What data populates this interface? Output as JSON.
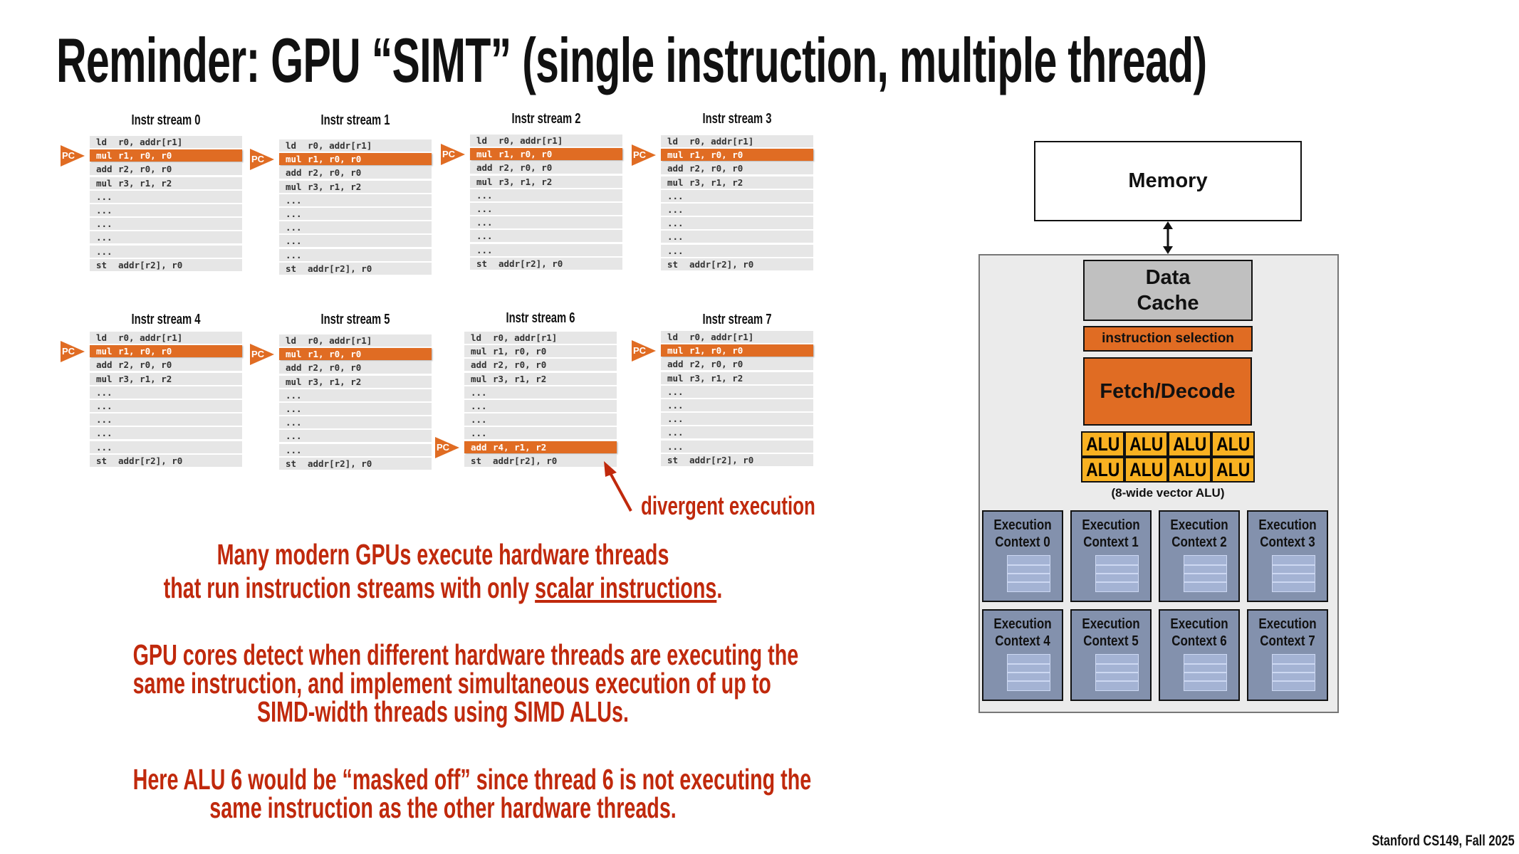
{
  "title": "Reminder: GPU “SIMT”  (single instruction, multiple thread)",
  "pc_label": "PC",
  "streams": [
    {
      "title": "Instr stream 0",
      "pc_row": 1,
      "rows": [
        [
          "ld",
          "r0, addr[r1]"
        ],
        [
          "mul",
          "r1, r0, r0"
        ],
        [
          "add",
          "r2, r0, r0"
        ],
        [
          "mul",
          "r3, r1, r2"
        ],
        [
          "...",
          ""
        ],
        [
          "...",
          ""
        ],
        [
          "...",
          ""
        ],
        [
          "...",
          ""
        ],
        [
          "...",
          ""
        ],
        [
          "st",
          "addr[r2], r0"
        ]
      ]
    },
    {
      "title": "Instr stream 1",
      "pc_row": 1,
      "rows": [
        [
          "ld",
          "r0, addr[r1]"
        ],
        [
          "mul",
          "r1, r0, r0"
        ],
        [
          "add",
          "r2, r0, r0"
        ],
        [
          "mul",
          "r3, r1, r2"
        ],
        [
          "...",
          ""
        ],
        [
          "...",
          ""
        ],
        [
          "...",
          ""
        ],
        [
          "...",
          ""
        ],
        [
          "...",
          ""
        ],
        [
          "st",
          "addr[r2], r0"
        ]
      ]
    },
    {
      "title": "Instr stream 2",
      "pc_row": 1,
      "rows": [
        [
          "ld",
          "r0, addr[r1]"
        ],
        [
          "mul",
          "r1, r0, r0"
        ],
        [
          "add",
          "r2, r0, r0"
        ],
        [
          "mul",
          "r3, r1, r2"
        ],
        [
          "...",
          ""
        ],
        [
          "...",
          ""
        ],
        [
          "...",
          ""
        ],
        [
          "...",
          ""
        ],
        [
          "...",
          ""
        ],
        [
          "st",
          "addr[r2], r0"
        ]
      ]
    },
    {
      "title": "Instr stream 3",
      "pc_row": 1,
      "rows": [
        [
          "ld",
          "r0, addr[r1]"
        ],
        [
          "mul",
          "r1, r0, r0"
        ],
        [
          "add",
          "r2, r0, r0"
        ],
        [
          "mul",
          "r3, r1, r2"
        ],
        [
          "...",
          ""
        ],
        [
          "...",
          ""
        ],
        [
          "...",
          ""
        ],
        [
          "...",
          ""
        ],
        [
          "...",
          ""
        ],
        [
          "st",
          "addr[r2], r0"
        ]
      ]
    },
    {
      "title": "Instr stream 4",
      "pc_row": 1,
      "rows": [
        [
          "ld",
          "r0, addr[r1]"
        ],
        [
          "mul",
          "r1, r0, r0"
        ],
        [
          "add",
          "r2, r0, r0"
        ],
        [
          "mul",
          "r3, r1, r2"
        ],
        [
          "...",
          ""
        ],
        [
          "...",
          ""
        ],
        [
          "...",
          ""
        ],
        [
          "...",
          ""
        ],
        [
          "...",
          ""
        ],
        [
          "st",
          "addr[r2], r0"
        ]
      ]
    },
    {
      "title": "Instr stream 5",
      "pc_row": 1,
      "rows": [
        [
          "ld",
          "r0, addr[r1]"
        ],
        [
          "mul",
          "r1, r0, r0"
        ],
        [
          "add",
          "r2, r0, r0"
        ],
        [
          "mul",
          "r3, r1, r2"
        ],
        [
          "...",
          ""
        ],
        [
          "...",
          ""
        ],
        [
          "...",
          ""
        ],
        [
          "...",
          ""
        ],
        [
          "...",
          ""
        ],
        [
          "st",
          "addr[r2], r0"
        ]
      ]
    },
    {
      "title": "Instr stream 6",
      "pc_row": 8,
      "rows": [
        [
          "ld",
          "r0, addr[r1]"
        ],
        [
          "mul",
          "r1, r0, r0"
        ],
        [
          "add",
          "r2, r0, r0"
        ],
        [
          "mul",
          "r3, r1, r2"
        ],
        [
          "...",
          ""
        ],
        [
          "...",
          ""
        ],
        [
          "...",
          ""
        ],
        [
          "...",
          ""
        ],
        [
          "add",
          "r4, r1, r2"
        ],
        [
          "st",
          "addr[r2], r0"
        ]
      ]
    },
    {
      "title": "Instr stream 7",
      "pc_row": 1,
      "rows": [
        [
          "ld",
          "r0, addr[r1]"
        ],
        [
          "mul",
          "r1, r0, r0"
        ],
        [
          "add",
          "r2, r0, r0"
        ],
        [
          "mul",
          "r3, r1, r2"
        ],
        [
          "...",
          ""
        ],
        [
          "...",
          ""
        ],
        [
          "...",
          ""
        ],
        [
          "...",
          ""
        ],
        [
          "...",
          ""
        ],
        [
          "st",
          "addr[r2], r0"
        ]
      ]
    }
  ],
  "divergent_label": "divergent execution",
  "paragraphs": {
    "p1_line1": "Many modern GPUs execute hardware threads",
    "p1_line2_prefix": "that run instruction streams with only ",
    "p1_line2_underlined": "scalar instructions",
    "p1_line2_suffix": ".",
    "p2_line1": "GPU cores detect when different hardware threads are executing the",
    "p2_line2": "same instruction, and implement simultaneous execution of up to",
    "p2_line3": "SIMD-width threads using SIMD ALUs.",
    "p3_line1": "Here ALU 6 would be “masked off” since thread 6 is not executing the",
    "p3_line2": "same instruction as the other hardware threads."
  },
  "diagram": {
    "memory": "Memory",
    "data_cache_line1": "Data",
    "data_cache_line2": "Cache",
    "instruction_selection": "instruction selection",
    "fetch_decode": "Fetch/Decode",
    "alu_label": "ALU",
    "alu_caption": "(8-wide vector ALU)",
    "contexts": [
      "Execution",
      "Context 0",
      "Execution",
      "Context 1",
      "Execution",
      "Context 2",
      "Execution",
      "Context 3",
      "Execution",
      "Context 4",
      "Execution",
      "Context 5",
      "Execution",
      "Context 6",
      "Execution",
      "Context 7"
    ]
  },
  "colors": {
    "accent_orange": "#e06c23",
    "alu_yellow": "#f9b121",
    "text_red": "#c0290c",
    "context_blue": "#8391ad"
  },
  "footer": "Stanford CS149, Fall 2025"
}
